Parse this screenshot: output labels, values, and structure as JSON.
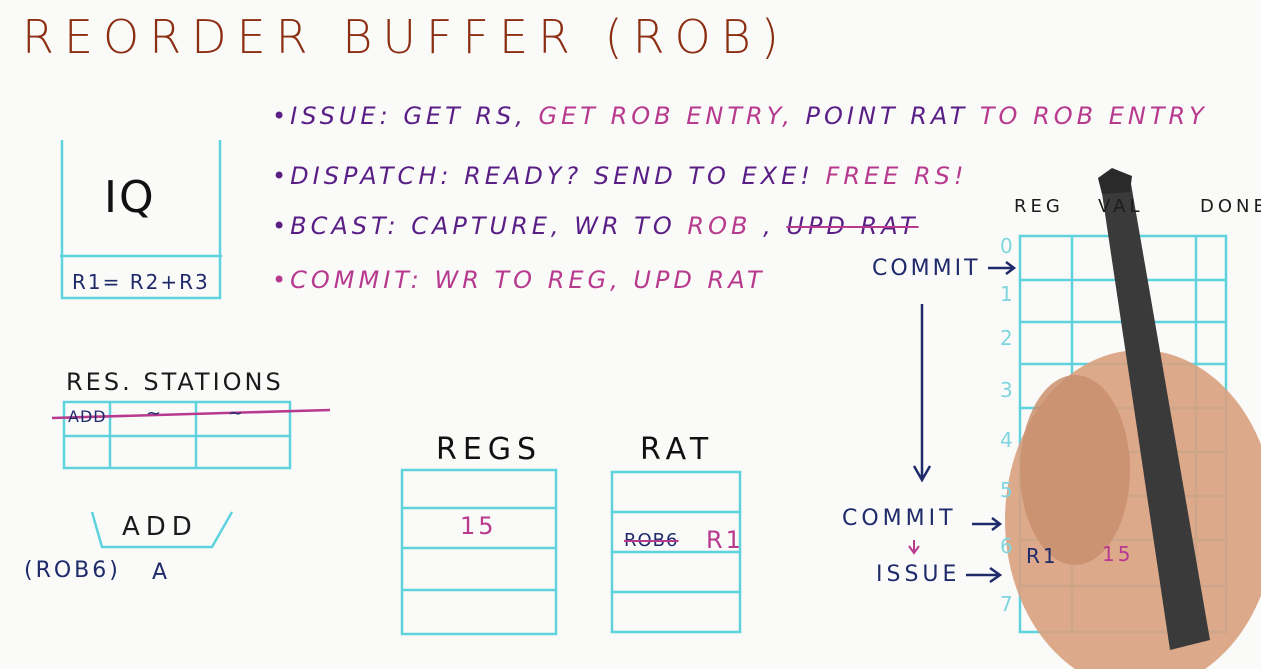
{
  "title": "REORDER BUFFER (ROB)",
  "bullets": {
    "issue": {
      "label": "•ISSUE:",
      "part1": "GET RS,",
      "part2": "GET ROB ENTRY,",
      "part3": "POINT RAT",
      "part4": "TO ROB ENTRY"
    },
    "dispatch": {
      "label": "•DISPATCH:",
      "part1": "READY? SEND TO EXE!",
      "part2": "FREE RS!"
    },
    "bcast": {
      "label": "•BCAST:",
      "part1": "CAPTURE, WR TO",
      "part2": "ROB",
      "part3": ",",
      "part4": "UPD RAT"
    },
    "commit": {
      "label": "•COMMIT:",
      "part1": "WR TO REG, UPD RAT"
    }
  },
  "iq": {
    "label": "IQ",
    "entry": "R1= R2+R3"
  },
  "res_stations": {
    "label": "RES. STATIONS",
    "cells": [
      "ADD",
      "~",
      "~"
    ]
  },
  "alu": {
    "label": "ADD",
    "tag": "(ROB6)",
    "operand": "A"
  },
  "regs": {
    "label": "REGS",
    "value": "15"
  },
  "rat": {
    "label": "RAT",
    "old": "ROB6",
    "new": "R1"
  },
  "rob": {
    "headers": [
      "REG",
      "VAL",
      "DONE"
    ],
    "rows": [
      "0",
      "1",
      "2",
      "3",
      "4",
      "5",
      "6",
      "7"
    ],
    "row6": {
      "reg": "R1",
      "val": "15"
    },
    "commit_label_top": "COMMIT",
    "commit_label_mid": "COMMIT",
    "issue_label": "ISSUE"
  }
}
